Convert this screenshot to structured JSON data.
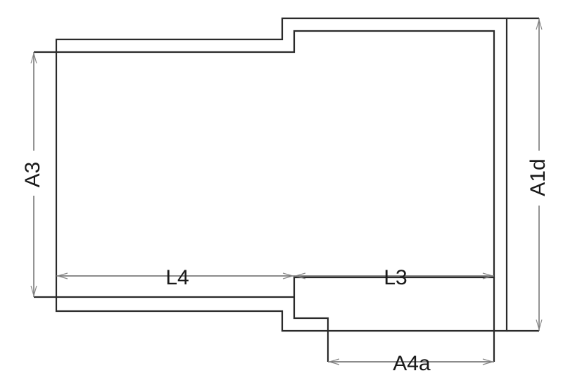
{
  "dimensions": {
    "a3": "A3",
    "a1d": "A1d",
    "l4": "L4",
    "l3": "L3",
    "a4a": "A4a"
  }
}
